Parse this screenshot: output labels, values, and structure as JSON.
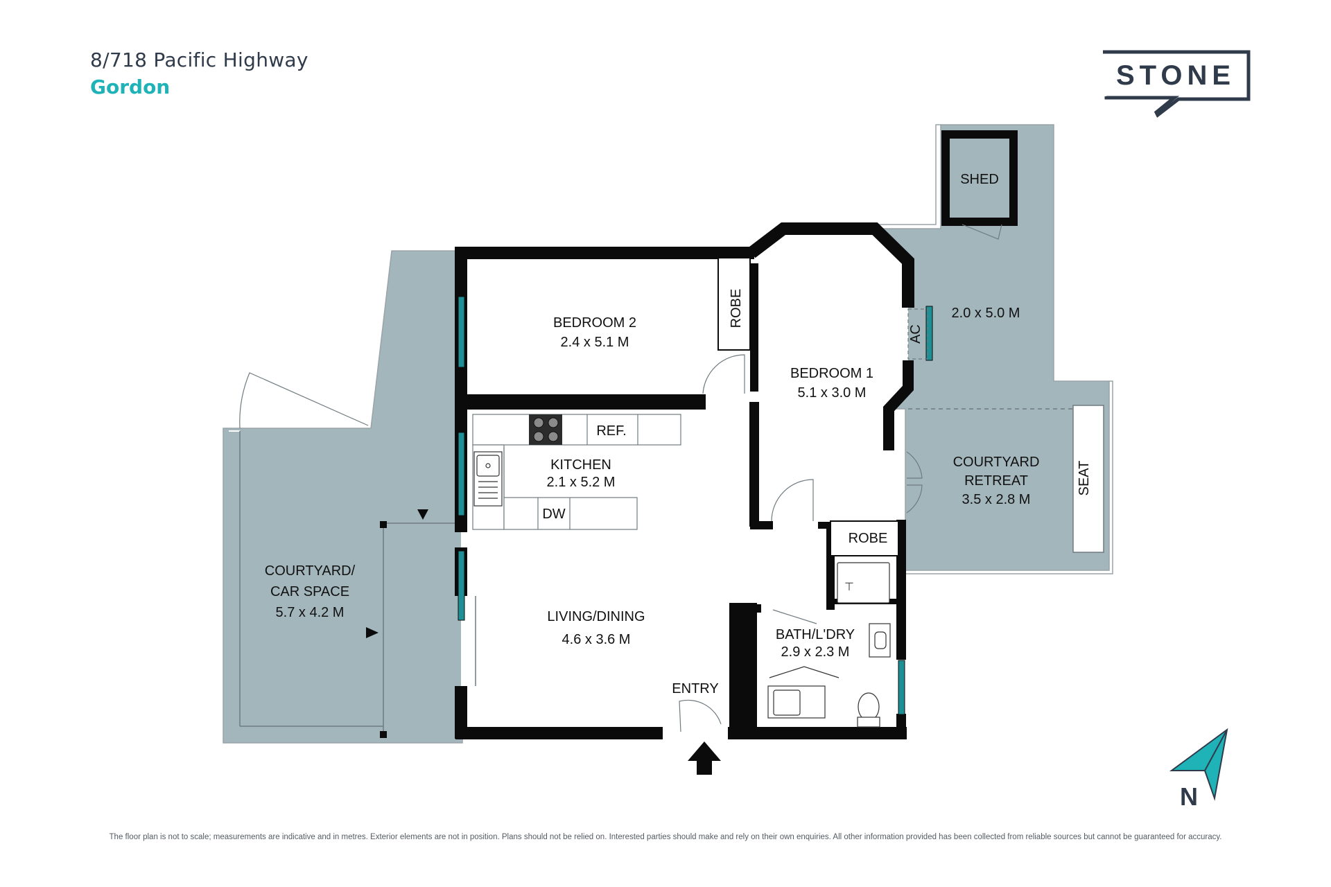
{
  "header": {
    "address": "8/718 Pacific Highway",
    "suburb": "Gordon"
  },
  "brand": {
    "name": "STONE"
  },
  "colors": {
    "courtyard": "#a3b6bc",
    "wall": "#0b0b0b",
    "accent": "#1fb3b8",
    "window": "#1f8f96",
    "text": "#2f3a4a"
  },
  "rooms": {
    "bedroom2": {
      "name": "BEDROOM 2",
      "size": "2.4 x 5.1 M"
    },
    "bedroom1": {
      "name": "BEDROOM 1",
      "size": "5.1 x 3.0 M"
    },
    "kitchen": {
      "name": "KITCHEN",
      "size": "2.1 x 5.2 M"
    },
    "living": {
      "name": "LIVING/DINING",
      "size": "4.6 x 3.6 M"
    },
    "bath": {
      "name": "BATH/L'DRY",
      "size": "2.9 x 2.3 M"
    },
    "courtyard_car": {
      "line1": "COURTYARD/",
      "line2": "CAR SPACE",
      "size": "5.7 x 4.2 M"
    },
    "courtyard_retreat": {
      "line1": "COURTYARD",
      "line2": "RETREAT",
      "size": "3.5 x 2.8 M"
    },
    "east_yard": {
      "size": "2.0 x 5.0 M"
    }
  },
  "labels": {
    "robe": "ROBE",
    "shed": "SHED",
    "ac": "AC",
    "seat": "SEAT",
    "ref": "REF.",
    "dw": "DW",
    "entry": "ENTRY"
  },
  "compass": {
    "letter": "N"
  },
  "disclaimer": "The floor plan is not to scale; measurements are indicative and in metres. Exterior elements are not in position. Plans should not be relied on. Interested parties should make and rely on their own enquiries. All other information provided has been collected from reliable sources but cannot be guaranteed for accuracy."
}
